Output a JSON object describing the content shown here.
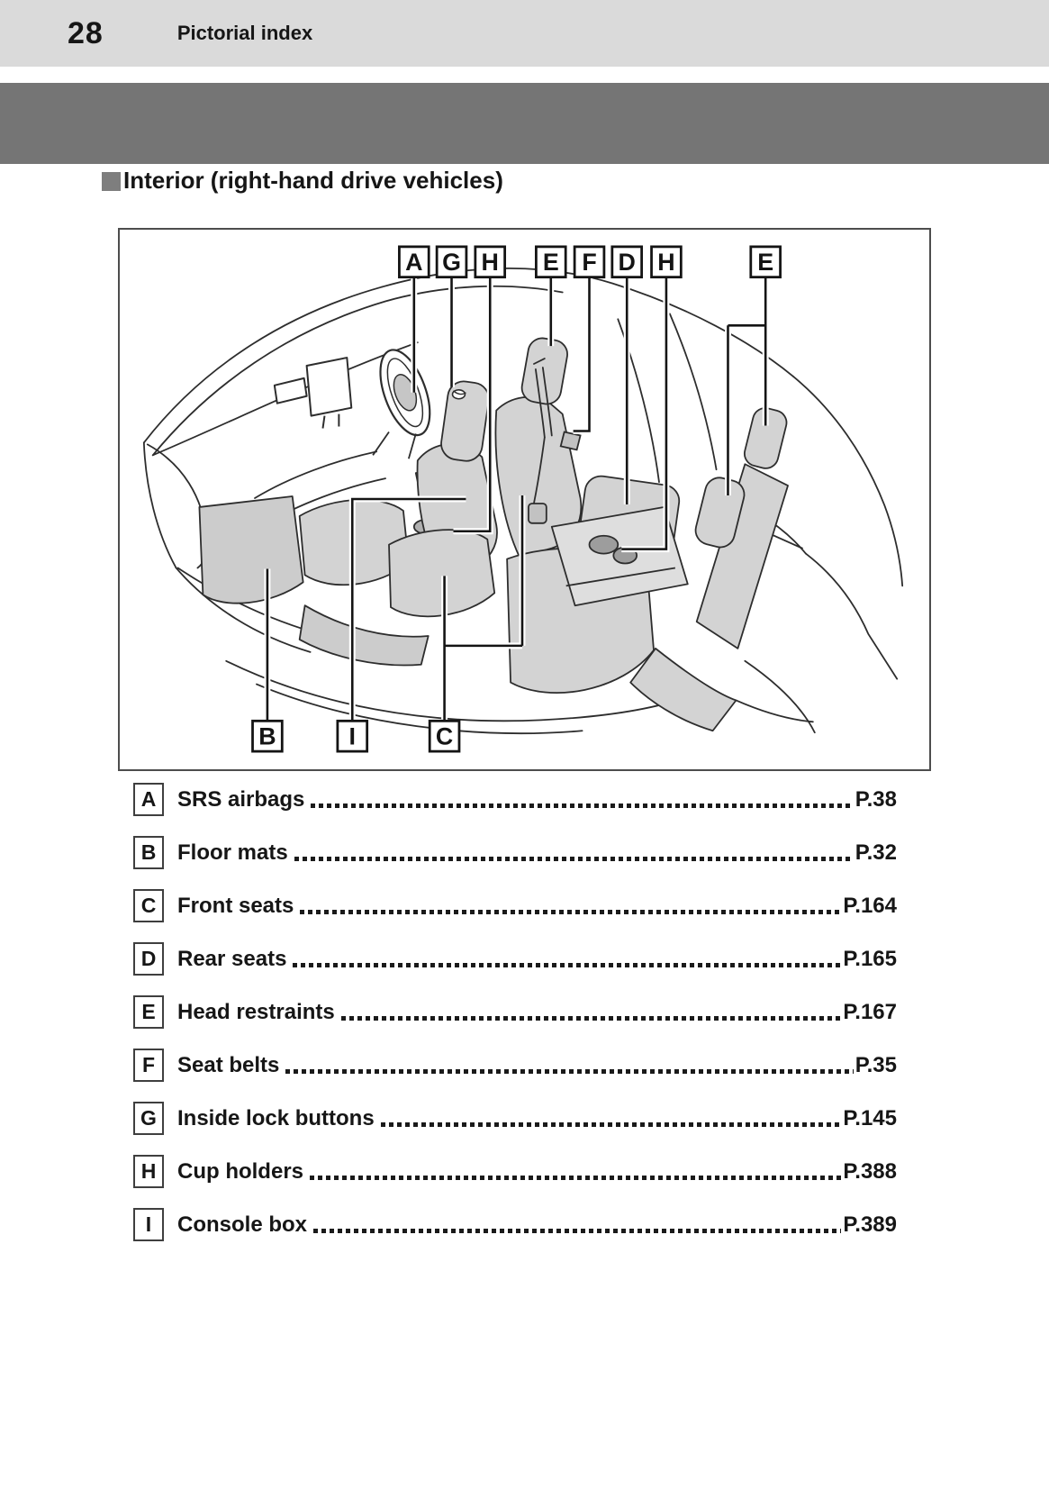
{
  "header": {
    "page_number": "28",
    "section_title": "Pictorial index",
    "bar_color": "#dadada",
    "band_color": "#757575"
  },
  "section": {
    "title": "Interior (right-hand drive vehicles)",
    "bullet_color": "#7e7e7e"
  },
  "diagram": {
    "border_color": "#4d4d4d",
    "top_labels": [
      "A",
      "G",
      "H",
      "E",
      "F",
      "D",
      "H",
      "E"
    ],
    "bottom_labels": [
      "B",
      "I",
      "C"
    ],
    "art_colors": {
      "line": "#2d2d2d",
      "seat_fill": "#d3d3d3",
      "console_top": "#a6a6a6",
      "cup_fill": "#9d9d9d",
      "airbag_pad": "#c6c6c6"
    }
  },
  "index": {
    "items": [
      {
        "key": "A",
        "label": "SRS airbags",
        "page": "P.38"
      },
      {
        "key": "B",
        "label": "Floor mats",
        "page": "P.32"
      },
      {
        "key": "C",
        "label": "Front seats",
        "page": "P.164"
      },
      {
        "key": "D",
        "label": "Rear seats",
        "page": "P.165"
      },
      {
        "key": "E",
        "label": "Head restraints",
        "page": "P.167"
      },
      {
        "key": "F",
        "label": "Seat belts",
        "page": "P.35"
      },
      {
        "key": "G",
        "label": "Inside lock buttons",
        "page": "P.145"
      },
      {
        "key": "H",
        "label": "Cup holders",
        "page": "P.388"
      },
      {
        "key": "I",
        "label": "Console box",
        "page": "P.389"
      }
    ]
  }
}
